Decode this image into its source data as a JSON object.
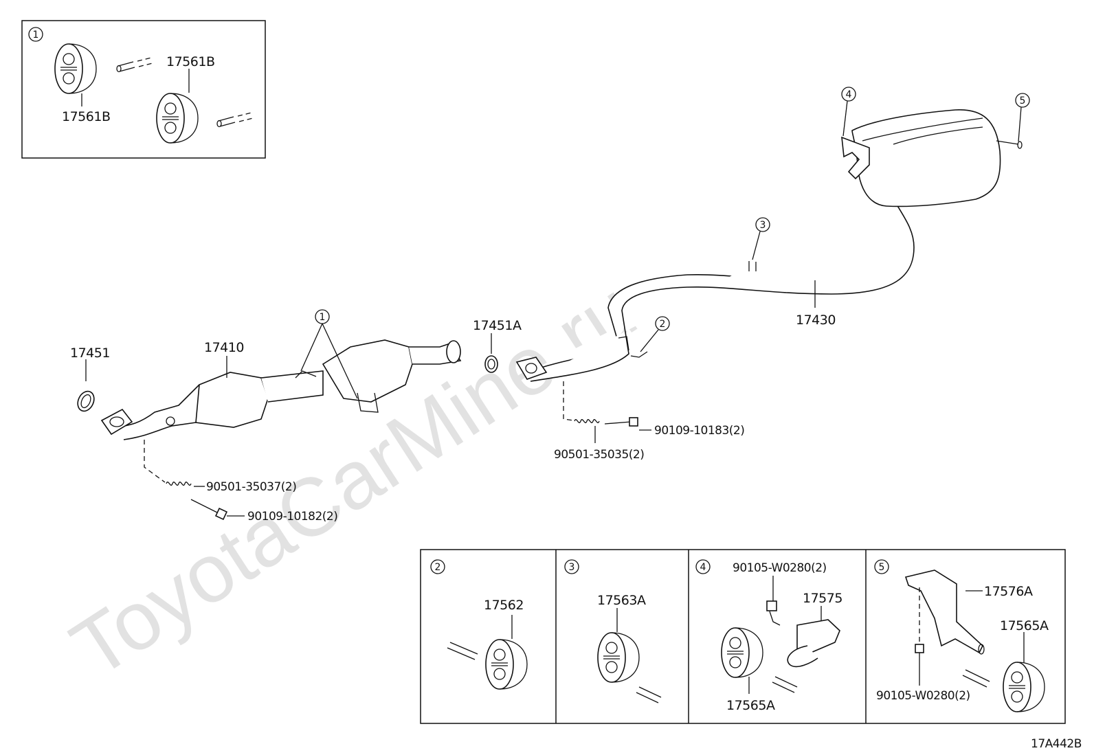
{
  "watermark": "ToyotaCarMine.ru",
  "drawing_code": "17A442B",
  "callouts": {
    "c1": "1",
    "c2": "2",
    "c3": "3",
    "c4": "4",
    "c5": "5"
  },
  "parts": {
    "p17451": "17451",
    "p17410": "17410",
    "p17451A": "17451A",
    "p17430": "17430",
    "p90501_35037": "90501-35037(2)",
    "p90109_10182": "90109-10182(2)",
    "p90109_10183": "90109-10183(2)",
    "p90501_35035": "90501-35035(2)"
  },
  "box1": {
    "label": "1",
    "part_a": "17561B",
    "part_b": "17561B"
  },
  "detail_panels": [
    {
      "label": "2",
      "parts": [
        "17562"
      ]
    },
    {
      "label": "3",
      "parts": [
        "17563A"
      ]
    },
    {
      "label": "4",
      "parts": [
        "90105-W0280(2)",
        "17575",
        "17565A"
      ]
    },
    {
      "label": "5",
      "parts": [
        "17576A",
        "17565A",
        "90105-W0280(2)"
      ]
    }
  ]
}
